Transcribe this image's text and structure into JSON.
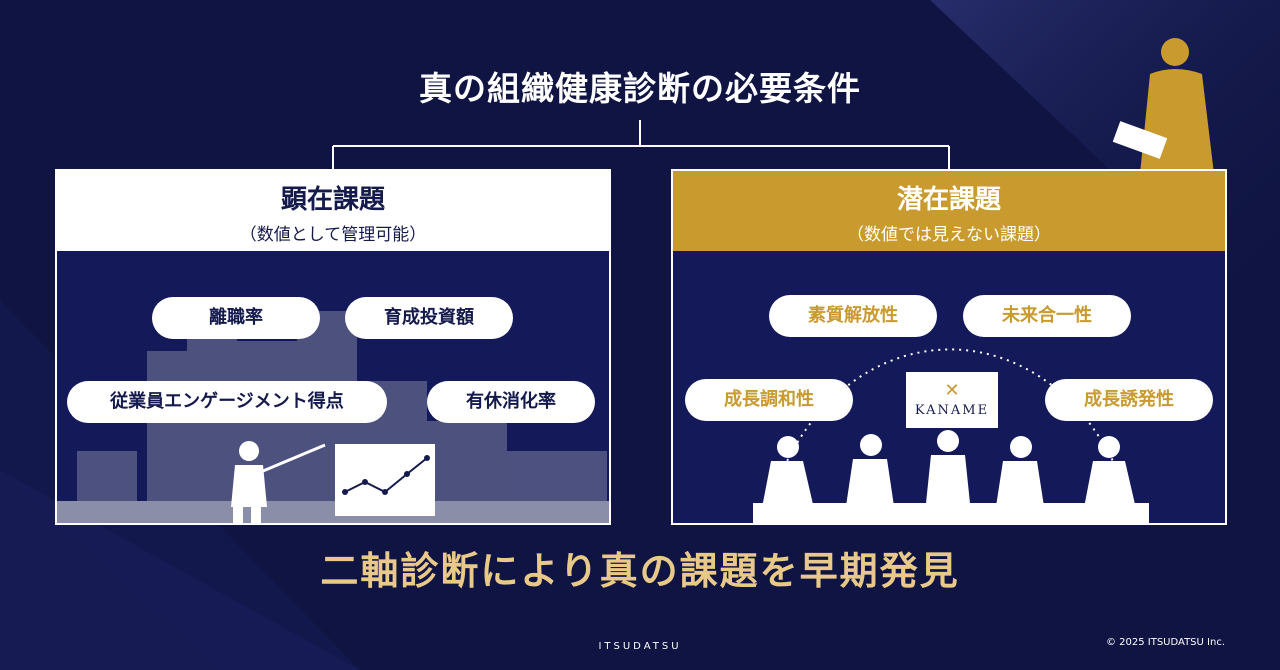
{
  "title": "真の組織健康診断の必要条件",
  "left_panel": {
    "title": "顕在課題",
    "subtitle": "（数値として管理可能）",
    "pills": [
      "離職率",
      "育成投資額",
      "従業員エンゲージメント得点",
      "有休消化率"
    ]
  },
  "right_panel": {
    "title": "潜在課題",
    "subtitle": "（数値では見えない課題）",
    "pills": [
      "素質解放性",
      "未来合一性",
      "成長調和性",
      "成長誘発性"
    ],
    "logo_text": "KANAME"
  },
  "conclusion": "二軸診断により真の課題を早期発見",
  "footer": {
    "brand": "ITSUDATSU",
    "copyright": "© 2025 ITSUDATSU Inc."
  },
  "colors": {
    "background": "#0f1442",
    "gold": "#c99a2e",
    "conclusion_text": "#e8c98a",
    "white": "#ffffff"
  }
}
